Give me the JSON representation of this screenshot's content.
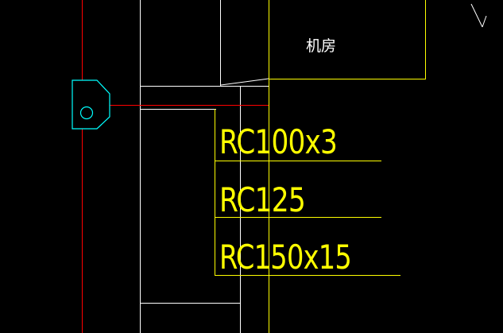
{
  "colors": {
    "background": "#000000",
    "white": "#FFFFFF",
    "yellow": "#FFFF00",
    "red": "#FF0000",
    "cyan": "#00FFFF"
  },
  "room": {
    "label": "机房"
  },
  "cable_labels": [
    {
      "text": "RC100x3"
    },
    {
      "text": "RC125"
    },
    {
      "text": "RC150x15"
    }
  ],
  "symbol": {
    "icon": "junction-box-icon"
  }
}
